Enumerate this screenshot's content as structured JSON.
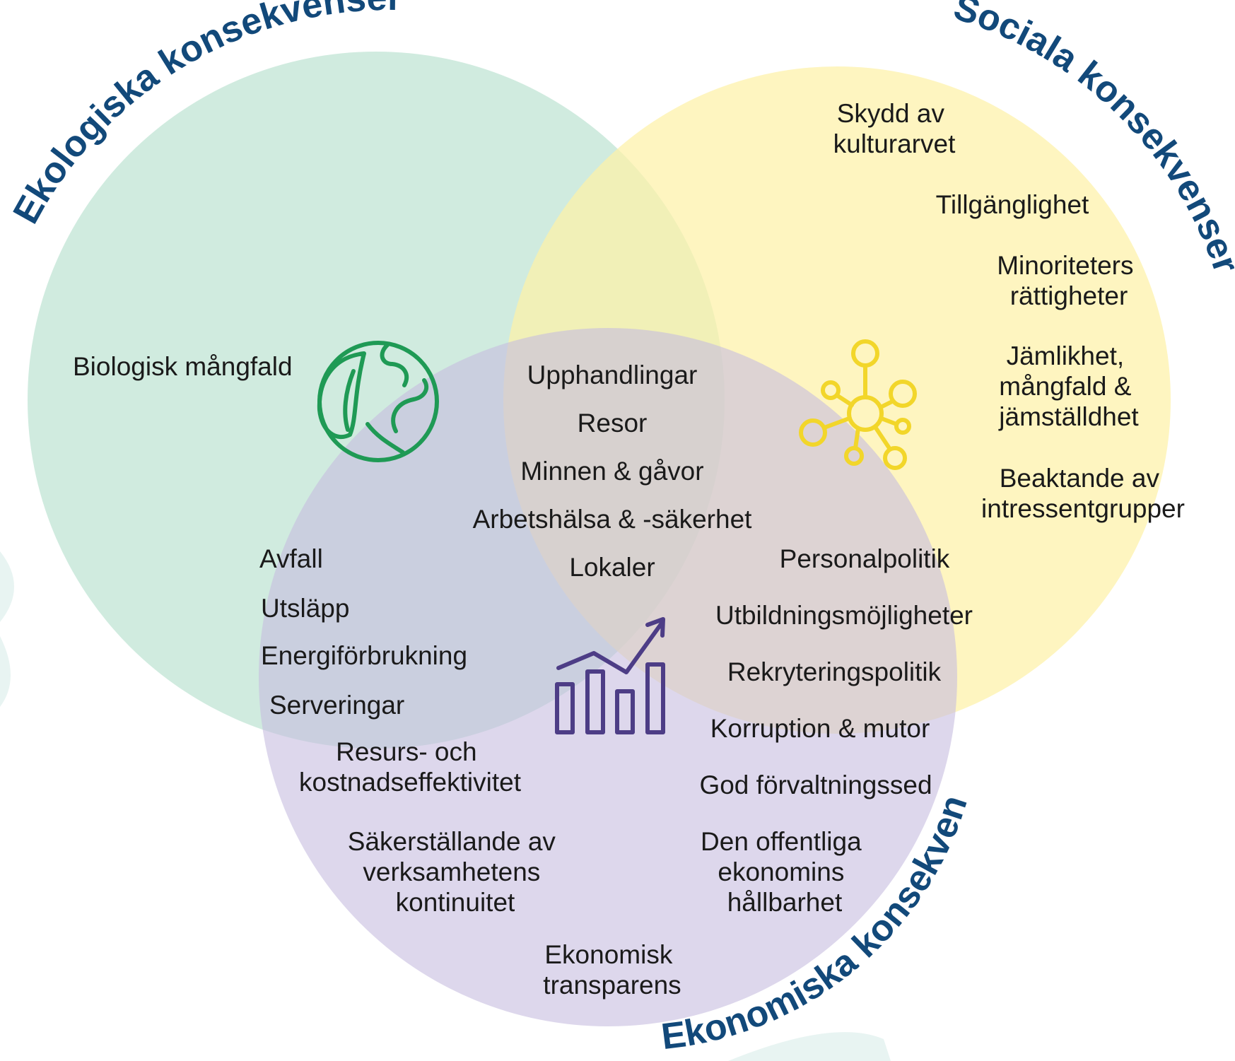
{
  "colors": {
    "ecological": "#c6e6d8",
    "social": "#fdf1a8",
    "economic": "#c7bde0",
    "title_text": "#12497a",
    "globe_icon": "#1f9a55",
    "network_icon": "#f2d62a",
    "chart_icon": "#4d3d86"
  },
  "titles": {
    "ecological": "Ekologiska konsekvenser",
    "social": "Sociala konsekvenser",
    "economic": "Ekonomiska konsekvenser"
  },
  "ecological_items": {
    "biologisk": "Biologisk mångfald",
    "avfall": "Avfall",
    "utslapp": "Utsläpp",
    "energi": "Energiförbrukning",
    "serveringar": "Serveringar"
  },
  "eco_econ_items": {
    "resurs_1": "Resurs- och",
    "resurs_2": "kostnadseffektivitet"
  },
  "center_items": {
    "upphandlingar": "Upphandlingar",
    "resor": "Resor",
    "minnen": "Minnen & gåvor",
    "arbetshalsa": "Arbetshälsa & -säkerhet",
    "lokaler": "Lokaler"
  },
  "social_items": {
    "skydd_1": "Skydd av",
    "skydd_2": "kulturarvet",
    "tillganglighet": "Tillgänglighet",
    "minoriteter_1": "Minoriteters",
    "minoriteter_2": "rättigheter",
    "jamlikhet_1": "Jämlikhet,",
    "jamlikhet_2": "mångfald &",
    "jamlikhet_3": "jämställdhet",
    "beaktande_1": "Beaktande av",
    "beaktande_2": "intressentgrupper"
  },
  "social_econ_items": {
    "personalpolitik": "Personalpolitik",
    "utbildning": "Utbildningsmöjligheter",
    "rekrytering": "Rekryteringspolitik",
    "korruption": "Korruption & mutor",
    "forvaltning": "God förvaltningssed"
  },
  "economic_items": {
    "offentliga_1": "Den offentliga",
    "offentliga_2": "ekonomins",
    "offentliga_3": "hållbarhet",
    "sakerstallande_1": "Säkerställande av",
    "sakerstallande_2": "verksamhetens",
    "sakerstallande_3": "kontinuitet",
    "transparens_1": "Ekonomisk",
    "transparens_2": "transparens"
  },
  "icons": {
    "ecological": "globe-leaf-icon",
    "social": "network-icon",
    "economic": "growth-chart-icon"
  }
}
